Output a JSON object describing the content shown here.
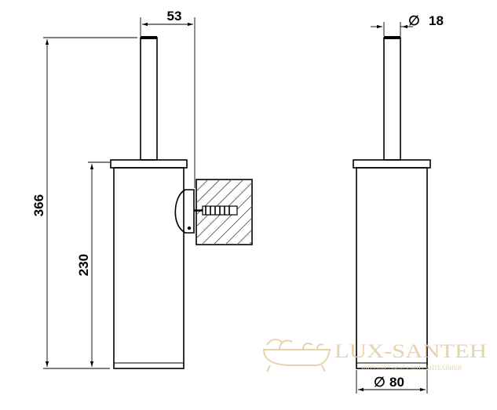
{
  "dimensions": {
    "overall_height": "366",
    "container_height": "230",
    "wall_offset": "53",
    "handle_diameter": "18",
    "base_diameter": "80",
    "diameter_symbol": "∅"
  },
  "watermark": {
    "brand": "LUX-SANTEH",
    "tagline": "ИНТЕРНЕТ-МАГАЗИН САНТЕХНИКИ"
  },
  "colors": {
    "ink": "#000000",
    "watermark": "#e3cfa6"
  }
}
